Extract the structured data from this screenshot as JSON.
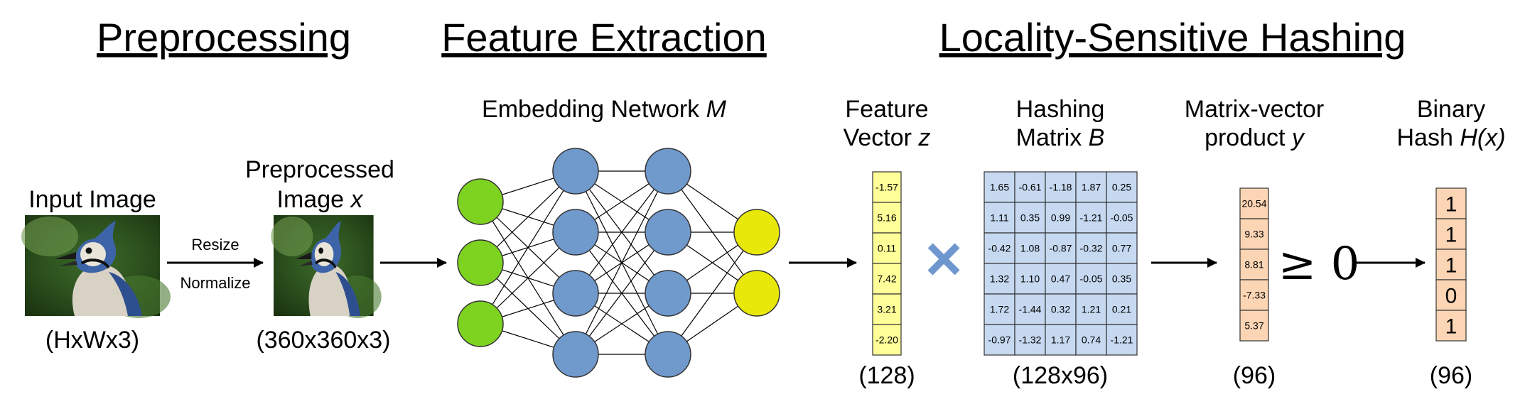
{
  "sections": {
    "preprocessing": "Preprocessing",
    "feature_extraction": "Feature Extraction",
    "lsh": "Locality-Sensitive Hashing"
  },
  "input_image": {
    "label": "Input Image",
    "dims": "(HxWx3)"
  },
  "resize_arrow": {
    "top": "Resize",
    "bottom": "Normalize"
  },
  "preprocessed": {
    "label_line1": "Preprocessed",
    "label_line2_text": "Image ",
    "label_line2_var": "x",
    "dims": "(360x360x3)"
  },
  "network": {
    "label_text": "Embedding Network ",
    "label_var": "M",
    "layers": [
      3,
      4,
      4,
      2
    ],
    "colors": {
      "input": "#7ed321",
      "hidden": "#7099cc",
      "output": "#e8e80a"
    }
  },
  "feature_vector": {
    "title_line1": "Feature",
    "title_line2_text": "Vector ",
    "title_line2_var": "z",
    "values": [
      "-1.57",
      "5.16",
      "0.11",
      "7.42",
      "3.21",
      "-2.20"
    ],
    "dims": "(128)",
    "color": "#ffff99"
  },
  "multiply_symbol": "×",
  "hashing_matrix": {
    "title_line1": "Hashing",
    "title_line2_text": "Matrix ",
    "title_line2_var": "B",
    "rows": [
      [
        "1.65",
        "-0.61",
        "-1.18",
        "1.87",
        "0.25"
      ],
      [
        "1.11",
        "0.35",
        "0.99",
        "-1.21",
        "-0.05"
      ],
      [
        "-0.42",
        "1.08",
        "-0.87",
        "-0.32",
        "0.77"
      ],
      [
        "1.32",
        "1.10",
        "0.47",
        "-0.05",
        "0.35"
      ],
      [
        "1.72",
        "-1.44",
        "0.32",
        "1.21",
        "0.21"
      ],
      [
        "-0.97",
        "-1.32",
        "1.17",
        "0.74",
        "-1.21"
      ]
    ],
    "dims": "(128x96)",
    "color": "#c6d9f1"
  },
  "product": {
    "title_line1": "Matrix-vector",
    "title_line2_text": "product ",
    "title_line2_var": "y",
    "values": [
      "20.54",
      "9.33",
      "8.81",
      "-7.33",
      "5.37"
    ],
    "dims": "(96)",
    "color": "#fcd5b4"
  },
  "threshold": "≥ 0",
  "binary_hash": {
    "title_line1": "Binary",
    "title_line2_text": "Hash ",
    "title_line2_var": "H(x)",
    "values": [
      "1",
      "1",
      "1",
      "0",
      "1"
    ],
    "dims": "(96)",
    "color": "#fcd5b4"
  },
  "icons": {
    "bird_image": "blue-jay-photo",
    "arrow": "right-arrow-icon"
  }
}
